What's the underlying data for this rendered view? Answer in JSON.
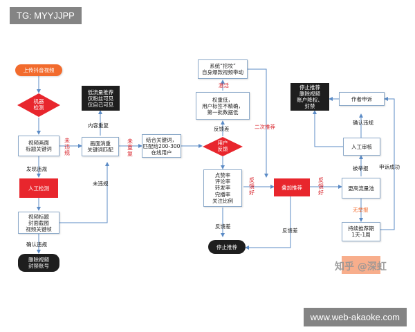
{
  "watermark_top": "TG: MYYJJPP",
  "watermark_bottom": "www.web-akaoke.com",
  "watermark_zhihu": "知乎 @深虹",
  "nodes": {
    "upload": "上传抖音视频",
    "machine_check": "机器\n检测",
    "keywords_check": "视频画面\n标题关键词",
    "manual_check": "人工检测",
    "cover_keywords": "视频标题\n封面截图\n视频关键帧",
    "delete_ban": "删除视频\n封禁账号",
    "low_traffic": "低流量推荐\n仅粉丝可见\n仅自己可见",
    "dedupe_match": "画面消重\n关键词匹配",
    "match_users": "结合关键词，\n匹配给200-300\n在线用户",
    "user_feedback": "用户\n反馈",
    "metrics": "点赞率\n评论率\n转发率\n完播率\n关注比例",
    "stop_recommend": "停止推荐",
    "dig_grave": "系统“挖坟”\n自身爆款视频带动",
    "weight_low": "权重低，\n用户标签不精确，\n第一批数据低",
    "add_recommend": "叠加推荐",
    "higher_pool": "更高流量池",
    "sustain": "持续推荐期\n1天-1周",
    "manual_review": "人工审核",
    "author_appeal": "作者申诉",
    "stop_delete": "停止推荐\n删除视频\n账户降权、\n封禁"
  },
  "labels": {
    "found_violation": "发现违规",
    "confirm_violation": "确认违规",
    "no_violation_1": "未\n违\n规",
    "no_violation_2": "未违规",
    "content_repeat": "内容重复",
    "not_repeat": "未\n重\n复",
    "feedback_poor_1": "反馈差",
    "feedback_good": "反\n馈\n好",
    "feedback_poor_2": "反馈差",
    "activate": "激活",
    "feedback_poor_3": "反馈差",
    "second_recommend": "二次推荐",
    "feedback_good_2": "反\n馈\n好",
    "reported": "被举报",
    "not_reported": "无举报",
    "confirm_violation_2": "确认违规",
    "appeal_success": "申诉成功"
  },
  "colors": {
    "line": "#5b8bc6",
    "red": "#e8262d",
    "orange": "#f26b2d",
    "dark": "#1e1e1e"
  }
}
